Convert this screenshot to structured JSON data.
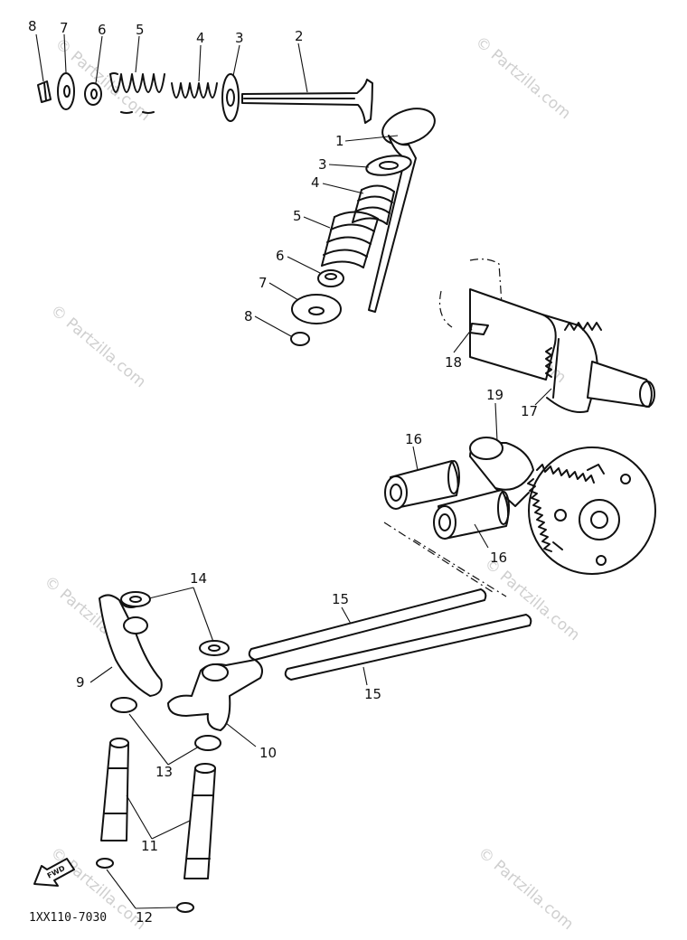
{
  "diagram": {
    "code": "1XX110-7030",
    "watermark": "© Partzilla.com",
    "fwd_label": "FWD",
    "callouts": [
      "1",
      "2",
      "3",
      "4",
      "5",
      "6",
      "7",
      "8",
      "9",
      "10",
      "11",
      "12",
      "13",
      "14",
      "15",
      "16",
      "17",
      "18",
      "19"
    ]
  }
}
